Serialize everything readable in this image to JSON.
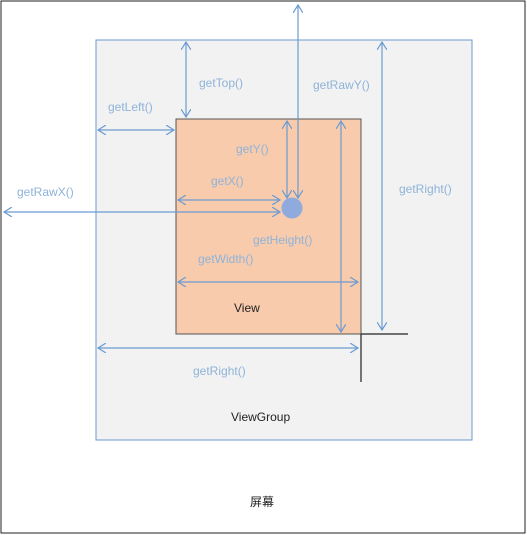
{
  "labels": {
    "screen": "屏幕",
    "view_group": "ViewGroup",
    "view": "View",
    "get_top": "getTop()",
    "get_left": "getLeft()",
    "get_raw_y": "getRawY()",
    "get_right_outer": "getRight()",
    "get_y": "getY()",
    "get_x": "getX()",
    "get_raw_x": "getRawX()",
    "get_height": "getHeight()",
    "get_width": "getWidth()",
    "get_right_bottom": "getRight()"
  },
  "colors": {
    "arrow": "#6b9bd2",
    "label": "#8fb3d9",
    "view_fill": "#f8cbad",
    "view_group_fill": "#f2f2f2",
    "touch_point": "#8faadc",
    "frame": "#222222"
  }
}
